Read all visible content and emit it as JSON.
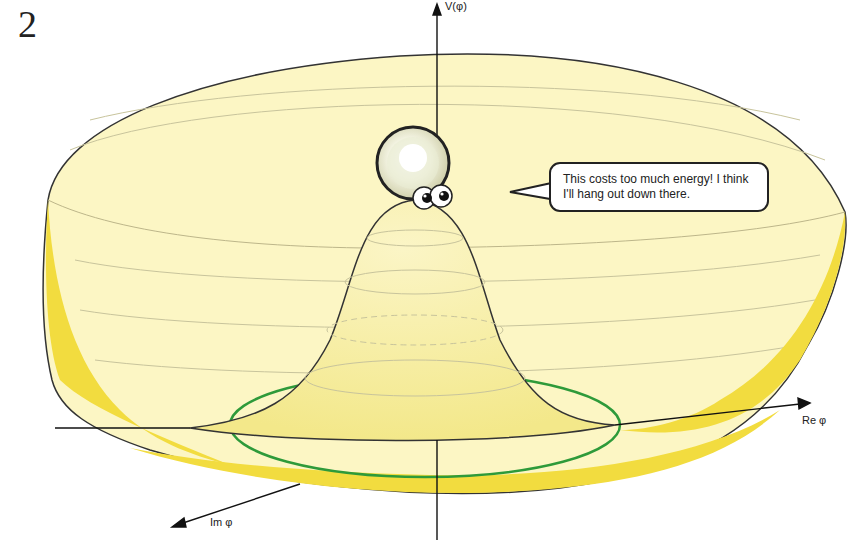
{
  "diagram": {
    "nodes": [
      {
        "text": [
          "This costs too much energy! I think I'll hang out down there."
        ]
      }
    ],
    "labels": [
      "2",
      "V(φ)",
      "Re φ",
      "Im φ"
    ]
  }
}
